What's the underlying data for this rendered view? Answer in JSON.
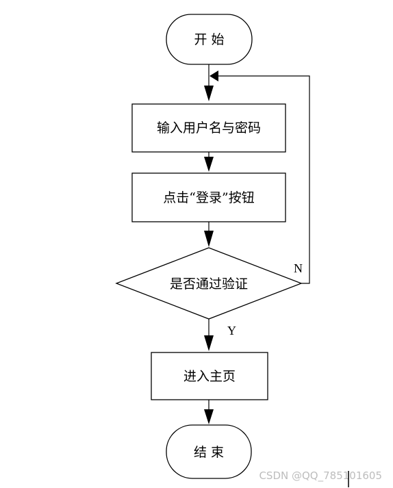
{
  "nodes": {
    "start": {
      "label": "开 始",
      "shape": "terminator"
    },
    "input": {
      "label": "输入用户名与密码",
      "shape": "process"
    },
    "click_login": {
      "label": "点击“登录”按钮",
      "shape": "process"
    },
    "verify": {
      "label": "是否通过验证",
      "shape": "decision"
    },
    "enter_home": {
      "label": "进入主页",
      "shape": "process"
    },
    "end": {
      "label": "结 束",
      "shape": "terminator"
    }
  },
  "edges": {
    "yes_label": "Y",
    "no_label": "N"
  },
  "watermark": {
    "text": "CSDN @QQ_785101605"
  },
  "colors": {
    "stroke": "#000000",
    "fill": "#ffffff",
    "watermark": "#bdbdbd"
  }
}
